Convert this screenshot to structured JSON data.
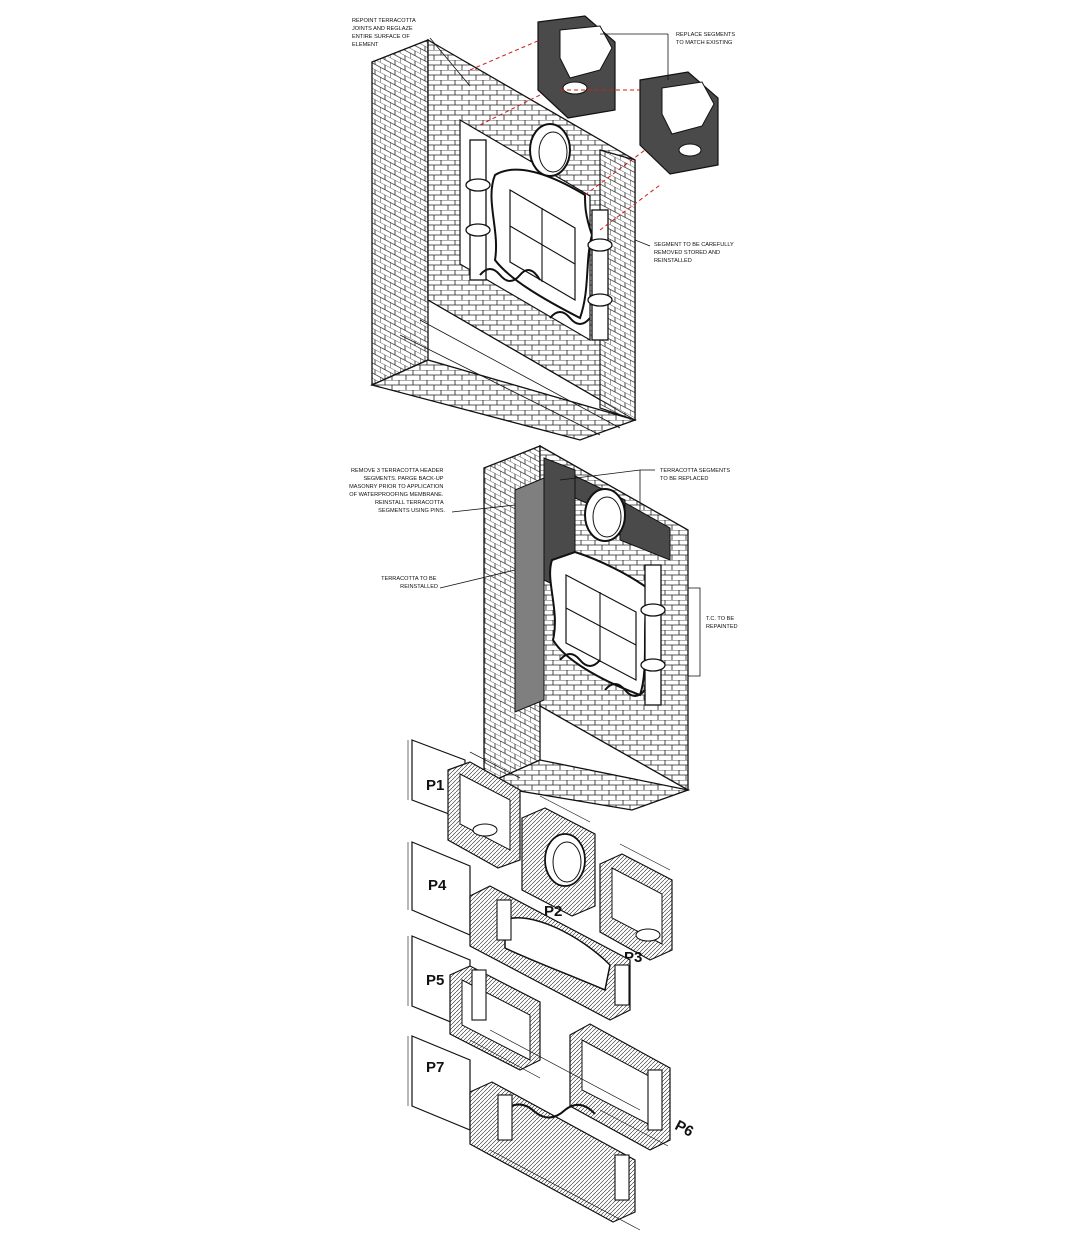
{
  "annotations": {
    "top": {
      "repoint": [
        "REPOINT TERRACOTTA",
        "JOINTS AND REGLAZE",
        "ENTIRE SURFACE OF",
        "ELEMENT"
      ],
      "replace": [
        "REPLACE SEGMENTS",
        "TO MATCH EXISTING"
      ],
      "removed": [
        "SEGMENT TO BE CAREFULLY",
        "REMOVED STORED AND",
        "REINSTALLED"
      ]
    },
    "middle": {
      "header": [
        "REMOVE 3 TERRACOTTA HEADER",
        "SEGMENTS. PARGE BACK-UP",
        "MASONRY PRIOR TO APPLICATION",
        "OF WATERPROOFING MEMBRANE.",
        "REINSTALL TERRACOTTA",
        "SEGMENTS USING PINS."
      ],
      "segments": [
        "TERRACOTTA SEGMENTS",
        "TO BE REPLACED"
      ],
      "reinstall": [
        "TERRACOTTA TO BE",
        "REINSTALLED"
      ],
      "repainted": [
        "T.C. TO BE",
        "REPAINTED"
      ]
    }
  },
  "pieces": {
    "p1": "P1",
    "p2": "P2",
    "p3": "P3",
    "p4": "P4",
    "p5": "P5",
    "p6": "P6",
    "p7": "P7"
  },
  "colors": {
    "line": "#111111",
    "dark_fill": "#4a4a4a",
    "mid_fill": "#8a8a8a",
    "leader_dashed": "#d11a1a",
    "paper": "#ffffff"
  }
}
